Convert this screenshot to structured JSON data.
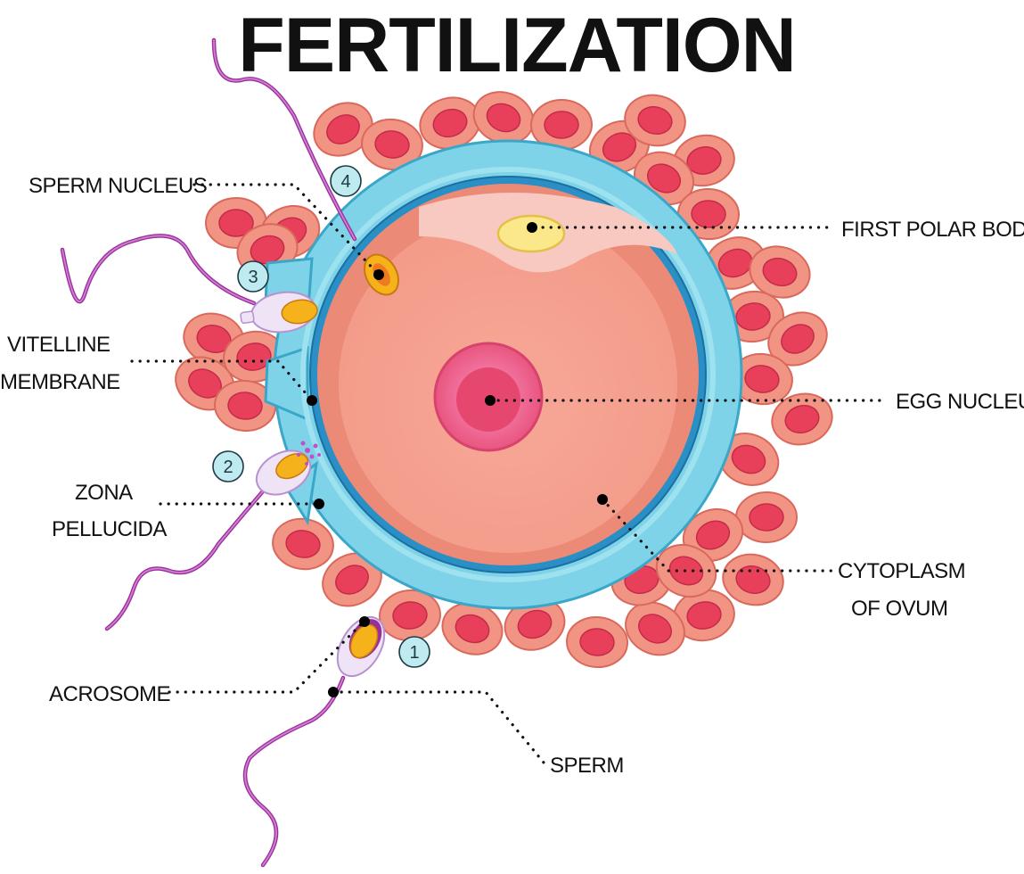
{
  "title": "FERTILIZATION",
  "labels": {
    "sperm_nucleus": "SPERM NUCLEUS",
    "vitelline_1": "VITELLINE",
    "vitelline_2": "MEMBRANE",
    "zona_1": "ZONA",
    "zona_2": "PELLUCIDA",
    "acrosome": "ACROSOME",
    "first_polar_body": "FIRST POLAR BODY",
    "egg_nucleus": "EGG NUCLEUS",
    "cytoplasm_1": "CYTOPLASM",
    "cytoplasm_2": "OF OVUM",
    "sperm": "SPERM"
  },
  "stages": [
    "1",
    "2",
    "3",
    "4"
  ],
  "colors": {
    "corona_cell": "#f08a7e",
    "corona_nucleus": "#e8405a",
    "zona": "#7fd3e8",
    "vitelline": "#2a8fc4",
    "cytoplasm": "#f5a090",
    "egg_nucleus": "#f06e9a",
    "polar_body": "#fbe88a",
    "sperm_tail": "#9b2f9a",
    "acrosome": "#f6b21b"
  }
}
